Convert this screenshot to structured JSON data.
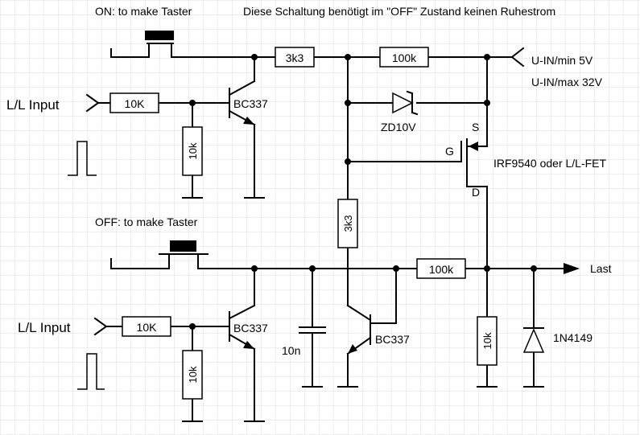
{
  "title": "Diese Schaltung benötigt im \"OFF\" Zustand keinen Ruhestrom",
  "switch_on_label": "ON: to make Taster",
  "switch_off_label": "OFF: to make Taster",
  "input_top_label": "L/L Input",
  "input_bottom_label": "L/L Input",
  "supply_min_label": "U-IN/min 5V",
  "supply_max_label": "U-IN/max 32V",
  "load_label": "Last",
  "mosfet_label": "IRF9540 oder L/L-FET",
  "mosfet_pins": {
    "gate": "G",
    "source": "S",
    "drain": "D"
  },
  "zener_label": "ZD10V",
  "diode_label": "1N4149",
  "capacitor_label": "10n",
  "transistor_top": "BC337",
  "transistor_bottom_left": "BC337",
  "transistor_bottom_right": "BC337",
  "resistors": {
    "r_in_top": "10K",
    "r_in_bottom": "10K",
    "r_pd_top": "10k",
    "r_pd_bottom": "10k",
    "r_3k3_top": "3k3",
    "r_3k3_vert": "3k3",
    "r_100k_top": "100k",
    "r_100k_mid": "100k",
    "r_10k_out": "10k"
  }
}
